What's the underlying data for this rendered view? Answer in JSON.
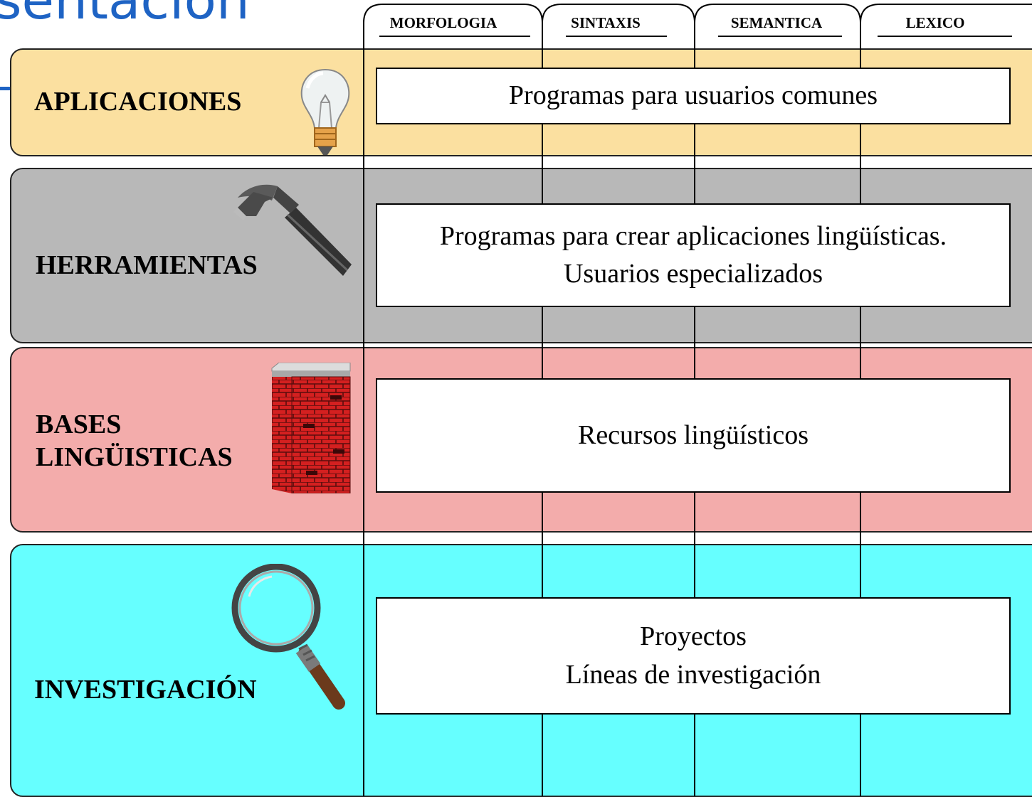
{
  "slide": {
    "title_fragment": "sentación"
  },
  "columns": [
    "MORFOLOGIA",
    "SINTAXIS",
    "SEMANTICA",
    "LEXICO"
  ],
  "bands": [
    {
      "label": "APLICACIONES",
      "icon": "lightbulb-icon",
      "color": "#fbe0a0",
      "content": [
        "Programas para usuarios comunes"
      ]
    },
    {
      "label": "HERRAMIENTAS",
      "icon": "hammer-icon",
      "color": "#b8b8b8",
      "content": [
        "Programas para crear aplicaciones lingüísticas.",
        "Usuarios especializados"
      ]
    },
    {
      "label_lines": [
        "BASES",
        "LINGÜISTICAS"
      ],
      "icon": "brick-wall-icon",
      "color": "#f3acab",
      "content": [
        "Recursos lingüísticos"
      ]
    },
    {
      "label": "INVESTIGACIÓN",
      "icon": "magnifying-glass-icon",
      "color": "#66ffff",
      "content": [
        "Proyectos",
        "Líneas de investigación"
      ]
    }
  ]
}
